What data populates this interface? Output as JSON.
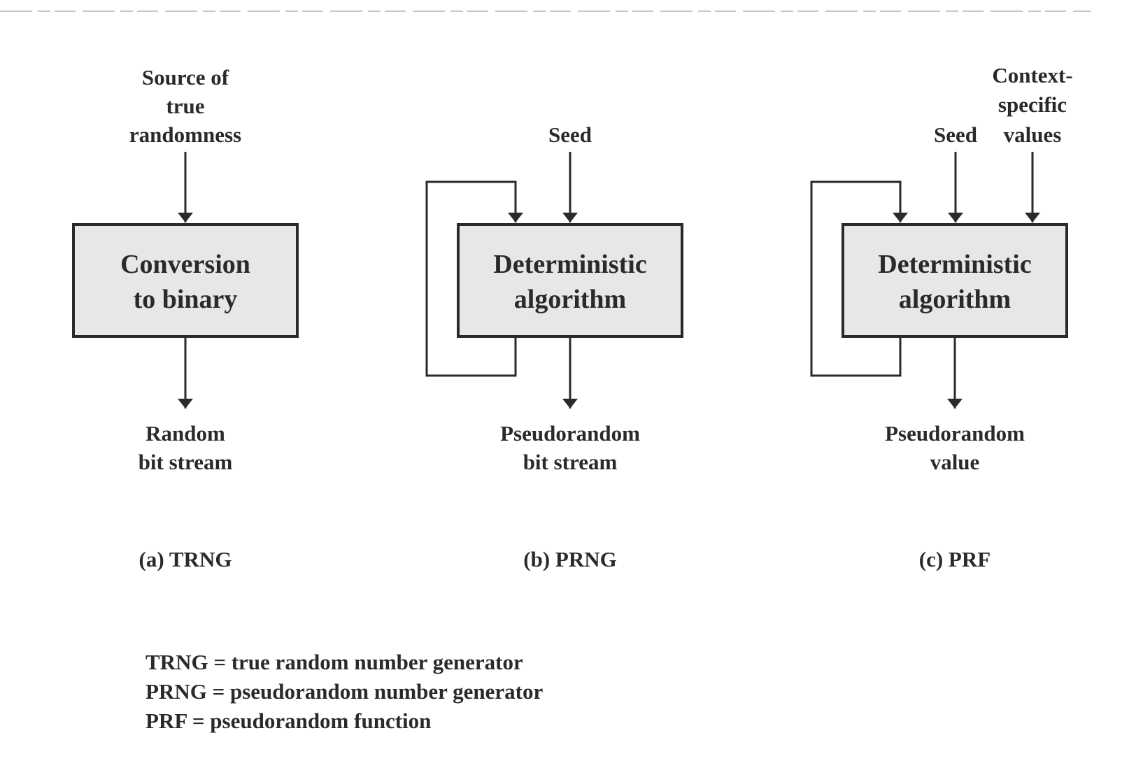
{
  "trng": {
    "input_label": [
      "Source of",
      "true",
      "randomness"
    ],
    "box_label": [
      "Conversion",
      "to binary"
    ],
    "output_label": [
      "Random",
      "bit stream"
    ],
    "caption": "(a) TRNG"
  },
  "prng": {
    "input_label": "Seed",
    "box_label": [
      "Deterministic",
      "algorithm"
    ],
    "output_label": [
      "Pseudorandom",
      "bit stream"
    ],
    "caption": "(b) PRNG"
  },
  "prf": {
    "seed_label": "Seed",
    "context_label": [
      "Context-",
      "specific",
      "values"
    ],
    "box_label": [
      "Deterministic",
      "algorithm"
    ],
    "output_label": [
      "Pseudorandom",
      "value"
    ],
    "caption": "(c) PRF"
  },
  "legend": [
    "TRNG = true random number generator",
    "PRNG = pseudorandom number generator",
    "PRF = pseudorandom function"
  ]
}
